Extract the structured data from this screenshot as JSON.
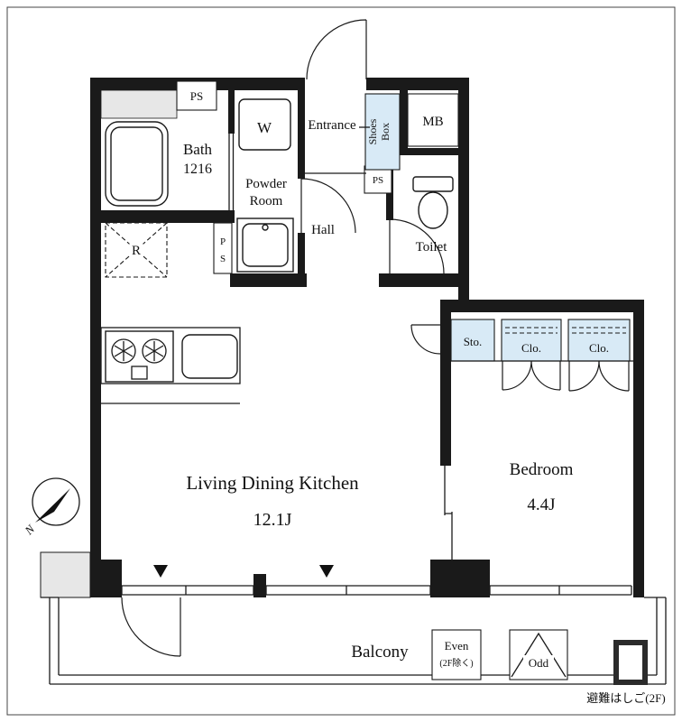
{
  "colors": {
    "wall": "#1a1a1a",
    "closet_fill": "#d8eaf6",
    "gray_fill": "#e7e7e7"
  },
  "rooms": {
    "bath": {
      "name": "Bath",
      "size": "1216"
    },
    "powder_room": {
      "line1": "Powder",
      "line2": "Room"
    },
    "entrance": {
      "label": "Entrance"
    },
    "hall": {
      "label": "Hall"
    },
    "toilet": {
      "label": "Toilet"
    },
    "living": {
      "name": "Living Dining Kitchen",
      "size": "12.1J"
    },
    "bedroom": {
      "name": "Bedroom",
      "size": "4.4J"
    },
    "balcony": {
      "label": "Balcony"
    }
  },
  "fixtures": {
    "washer": "W",
    "fridge": "R"
  },
  "storage": {
    "shoes_line1": "Shoes",
    "shoes_line2": "Box",
    "sto": "Sto.",
    "clo_left": "Clo.",
    "clo_right": "Clo."
  },
  "shafts": {
    "ps_top": "PS",
    "ps_side_p": "P",
    "ps_side_s": "S",
    "ps_hall": "PS",
    "mb": "MB"
  },
  "annotations": {
    "even_line1": "Even",
    "even_line2": "(2F除く)",
    "odd": "Odd",
    "escape_ladder": "避難はしご(2F)",
    "north": "N"
  }
}
